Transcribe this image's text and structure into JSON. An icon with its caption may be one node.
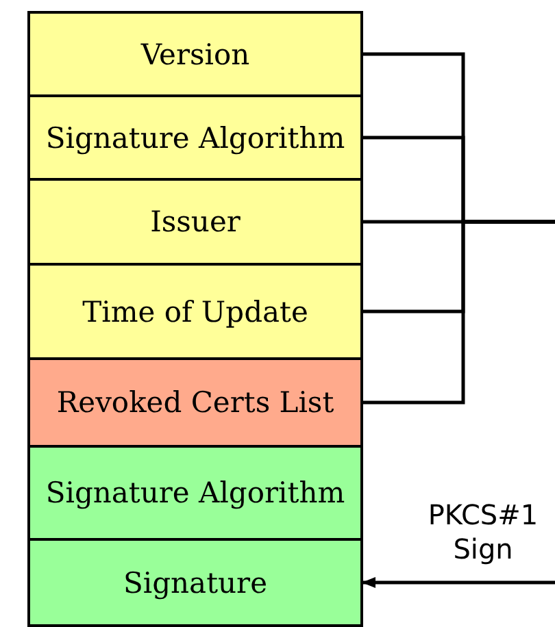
{
  "diagram": {
    "nodes": [
      {
        "text": [
          "Version"
        ]
      },
      {
        "text": [
          "Signature Algorithm"
        ]
      },
      {
        "text": [
          "Issuer"
        ]
      },
      {
        "text": [
          "Time of Update"
        ]
      },
      {
        "text": [
          "Revoked Certs List"
        ]
      },
      {
        "text": [
          "Signature Algorithm"
        ]
      },
      {
        "text": [
          "Signature"
        ]
      }
    ],
    "edges": [
      {
        "from": 0,
        "to": null,
        "arrow": "none"
      },
      {
        "from": 1,
        "to": null,
        "arrow": "none"
      },
      {
        "from": 2,
        "to": null,
        "arrow": "none"
      },
      {
        "from": 3,
        "to": null,
        "arrow": "none"
      },
      {
        "from": 4,
        "to": null,
        "arrow": "none"
      },
      {
        "from": null,
        "to": 6,
        "arrow": "to",
        "label": "PKCS#1 Sign"
      }
    ]
  }
}
